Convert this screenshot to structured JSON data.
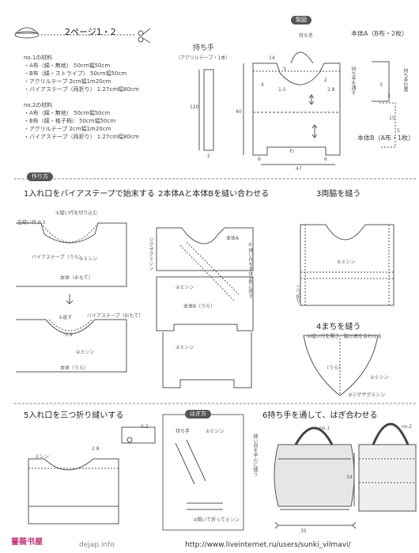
{
  "header": {
    "page_ref": "2ページ1・2"
  },
  "materials": {
    "no1_title": "no.1の材料",
    "no1_items": [
      "・A布（綿・無地） 50cm幅50cm",
      "・B布（綿・ストライプ） 50cm幅50cm",
      "・アクリルテープ 2cm幅1m20cm",
      "・バイアステープ（両折り） 1.27cm幅80cm"
    ],
    "no2_title": "no.2の材料",
    "no2_items": [
      "・A布（綿・無地） 50cm幅50cm",
      "・B布（綿・格子柄） 50cm幅50cm",
      "・アクリルテープ 2cm幅1m20cm",
      "・バイアステープ（両折り） 1.27cm幅80cm"
    ]
  },
  "pattern": {
    "label": "製図",
    "handle_title": "持ち手",
    "handle_sub": "（アクリルテープ・1本）",
    "handle_len": "120",
    "handle_w": "2",
    "body_a": "本体A（B布・2枚）",
    "body_b": "本体B（A布・1枚）",
    "handle_label": "持ち手",
    "handle_thru": "持ち手を通す",
    "handle_pos": "持ち手位置",
    "dims": [
      "14",
      "3",
      "1.5",
      "4",
      "2",
      "2.8",
      "40",
      "6",
      "6",
      "47",
      "15",
      "5",
      "3",
      "3",
      "わ"
    ]
  },
  "steps": {
    "howto": "作り方",
    "s1": "1入れ口をバイアステープで始末する",
    "s1_labels": [
      "①縫い代を切り込む",
      "左縫い代 0.3",
      "バイアステープ（うら）",
      "②ミシン",
      "本体（おもて）",
      "バイアステープ（おもて）",
      "①返す",
      "0.9",
      "②ミシン",
      "本体（うら）"
    ],
    "s2": "2本体Aと本体Bを縫い合わせる",
    "s2_labels": [
      "本体A",
      "①縫い代を本体B側に倒す",
      "ジグザグミシン",
      "②ミシン",
      "本体B（うら）",
      "②ミシン"
    ],
    "s3": "3両脇を縫う",
    "s3_labels": [
      "①ミシン",
      "二つ折り"
    ],
    "s4": "4まちを縫う",
    "s4_labels": [
      "①縫い代を開き、脇と底を合わせる",
      "②ミシン",
      "（うら）",
      "③ジグザグミシン"
    ],
    "s5": "5入れ口を三つ折り縫いする",
    "s5_labels": [
      "ミシン",
      "2.8",
      "0.2"
    ],
    "hagi": "はぎ方",
    "hagi_labels": [
      "持ち手",
      "①ミシン",
      "②開いて折ってミシン"
    ],
    "s6": "6持ち手を通して、はぎ合わせる",
    "s6_labels": [
      "縫い目を中心に縫う",
      "no.1",
      "no.2",
      "35",
      "34"
    ]
  },
  "footer": {
    "logo": "薔薇书屋",
    "watermark": "dejap.info",
    "url": "http://www.liveinternet.ru/users/sunki_vilmavi/"
  }
}
